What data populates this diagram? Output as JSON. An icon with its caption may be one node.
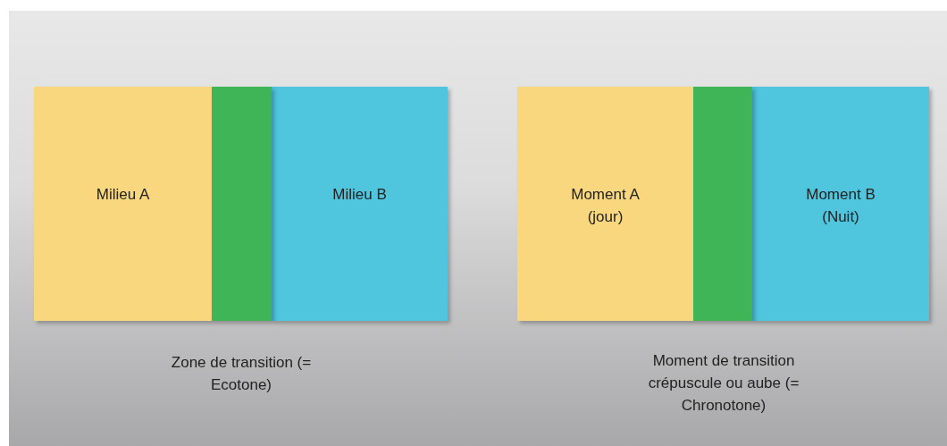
{
  "diagram": {
    "nodes": [
      {
        "text": [
          "Milieu A"
        ]
      },
      {
        "text": [],
        "shape": "bar"
      },
      {
        "text": [
          "Milieu B"
        ]
      },
      {
        "text": [
          "Moment A (jour)"
        ]
      },
      {
        "text": [],
        "shape": "bar"
      },
      {
        "text": [
          "Moment B (Nuit)"
        ]
      }
    ],
    "edges": [],
    "labels": [
      "Zone de transition (= Ecotone)",
      "Moment de transition crépuscule ou aube (= Chronotone)"
    ]
  }
}
